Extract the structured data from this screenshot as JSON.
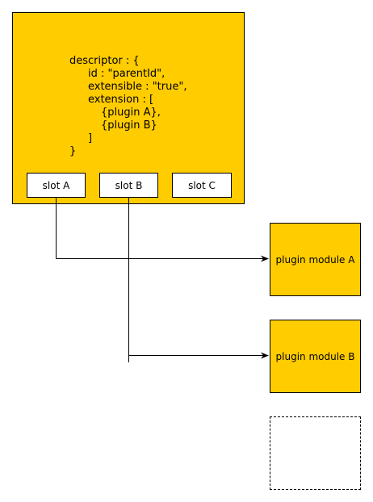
{
  "colors": {
    "module_fill": "#ffcc00",
    "slot_fill": "#ffffff",
    "stroke": "#000000"
  },
  "descriptor": {
    "lines": [
      "descriptor : {",
      "id : \"parentId\",",
      "extensible : \"true\",",
      "extension : [",
      "{plugin A},",
      "{plugin B}",
      "]",
      "}"
    ]
  },
  "slots": {
    "a": "slot A",
    "b": "slot B",
    "c": "slot C"
  },
  "plugins": {
    "a": "plugin module A",
    "b": "plugin module B"
  }
}
